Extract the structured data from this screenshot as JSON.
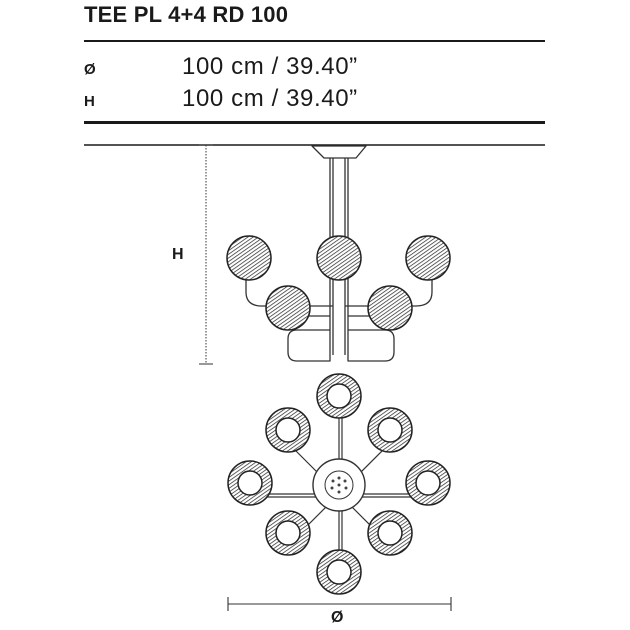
{
  "product": {
    "title": "TEE PL 4+4 RD 100"
  },
  "specs": [
    {
      "label": "Ø",
      "value": "100 cm / 39.40”"
    },
    {
      "label": "H",
      "value": "100 cm / 39.40”"
    }
  ],
  "drawing": {
    "height_label": "H",
    "diameter_label": "Ø"
  },
  "colors": {
    "ink": "#1a1a1a",
    "line": "#333333",
    "background": "#ffffff"
  }
}
